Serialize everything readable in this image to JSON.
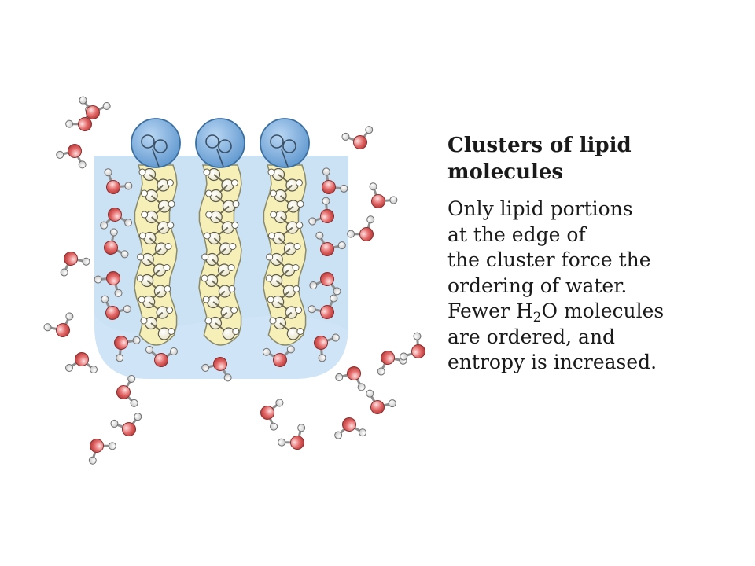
{
  "caption": {
    "title_line1": "Clusters of lipid",
    "title_line2": "molecules",
    "body_line1": "Only lipid portions",
    "body_line2": "at the edge of",
    "body_line3": "the cluster force the",
    "body_line4": "ordering of water.",
    "body_line5_prefix": "Fewer H",
    "body_line5_sub": "2",
    "body_line5_suffix": "O molecules",
    "body_line6": "are ordered, and",
    "body_line7": "entropy is increased."
  },
  "colors": {
    "water_region": "#cfe4f6",
    "lipid_head": "#7fb2e2",
    "lipid_tail": "#f6efb8",
    "oxygen": "#e05a5a",
    "hydrogen": "#f4f4f4"
  }
}
